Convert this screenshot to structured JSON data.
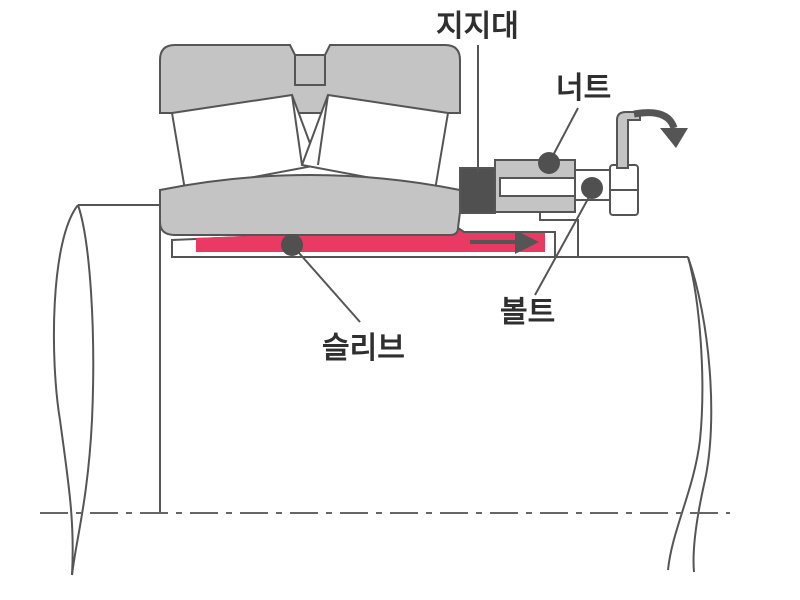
{
  "labels": {
    "support": "지지대",
    "nut": "너트",
    "bolt": "볼트",
    "sleeve": "슬리브"
  },
  "colors": {
    "outline": "#555555",
    "bearing_fill": "#c4c4c4",
    "dark_part": "#505050",
    "sleeve": "#e83a62",
    "arrow": "#555555",
    "background": "#ffffff"
  },
  "icons": [
    "rotate-arrow-icon",
    "push-arrow-icon"
  ]
}
